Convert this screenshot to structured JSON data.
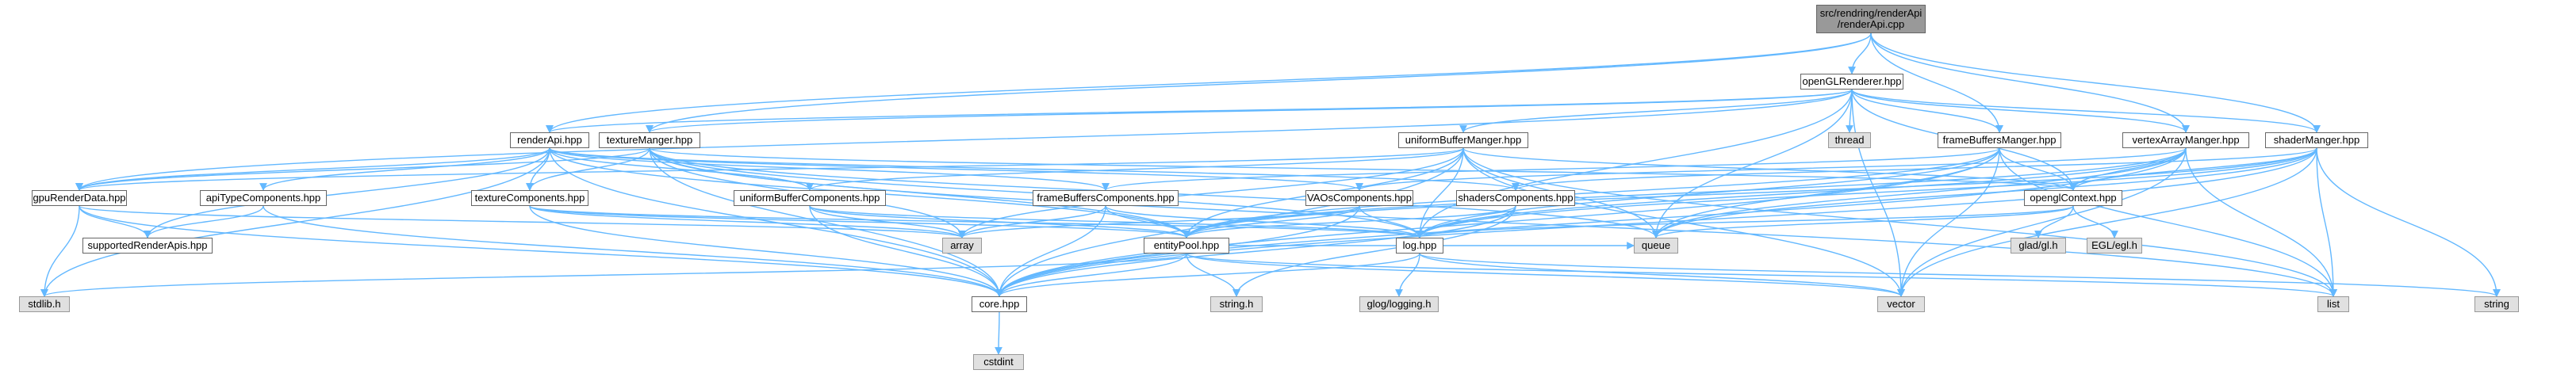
{
  "colors": {
    "edge": "#63b8ff",
    "node_border": "#666666",
    "node_fill": "#ffffff",
    "root_fill": "#999999",
    "system_header_fill": "#e0e0e0"
  },
  "graph": {
    "root": {
      "line1": "src/rendring/renderApi",
      "line2": "/renderApi.cpp"
    },
    "nodes": {
      "openGLRenderer": "openGLRenderer.hpp",
      "renderApi": "renderApi.hpp",
      "textureManger": "textureManger.hpp",
      "uniformBufferManger": "uniformBufferManger.hpp",
      "thread": "thread",
      "frameBuffersManger": "frameBuffersManger.hpp",
      "vertexArrayManger": "vertexArrayManger.hpp",
      "shaderManger": "shaderManger.hpp",
      "gpuRenderData": "gpuRenderData.hpp",
      "apiTypeComponents": "apiTypeComponents.hpp",
      "textureComponents": "textureComponents.hpp",
      "uniformBufferComponents": "uniformBufferComponents.hpp",
      "frameBuffersComponents": "frameBuffersComponents.hpp",
      "VAOsComponents": "VAOsComponents.hpp",
      "shadersComponents": "shadersComponents.hpp",
      "openglContext": "openglContext.hpp",
      "supportedRenderApis": "supportedRenderApis.hpp",
      "array": "array",
      "entityPool": "entityPool.hpp",
      "log": "log.hpp",
      "queue": "queue",
      "gladgl": "glad/gl.h",
      "eglegl": "EGL/egl.h",
      "stdlib": "stdlib.h",
      "core": "core.hpp",
      "stringh": "string.h",
      "glog": "glog/logging.h",
      "vector": "vector",
      "list": "list",
      "string": "string",
      "cstdint": "cstdint"
    }
  }
}
